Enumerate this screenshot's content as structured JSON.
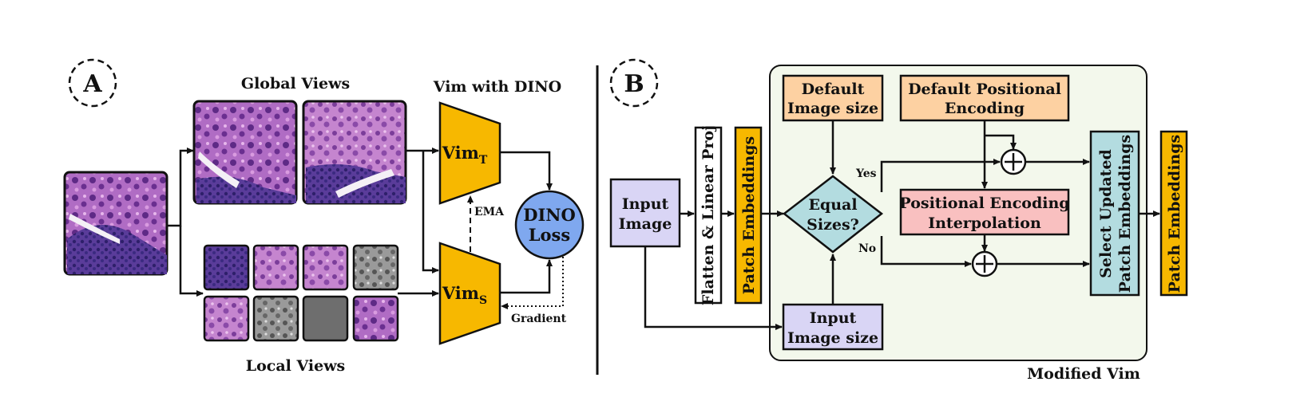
{
  "panel_a": {
    "badge": "A",
    "global_views_label": "Global Views",
    "local_views_label": "Local Views",
    "vim_title": "Vim with DINO",
    "teacher_main": "Vim",
    "teacher_sub": "T",
    "student_main": "Vim",
    "student_sub": "S",
    "ema_label": "EMA",
    "gradient_label": "Gradient",
    "loss_line1": "DINO",
    "loss_line2": "Loss",
    "local_tiles": [
      {
        "tone": "purple-dark"
      },
      {
        "tone": "pink"
      },
      {
        "tone": "pink"
      },
      {
        "tone": "gray"
      },
      {
        "tone": "pink"
      },
      {
        "tone": "gray"
      },
      {
        "tone": "gray-dark"
      },
      {
        "tone": "purple"
      }
    ],
    "colors": {
      "vim": "#f7b800",
      "loss": "#7fa8ef",
      "tissue": "#9b4fb0"
    }
  },
  "panel_b": {
    "badge": "B",
    "input_image_line1": "Input",
    "input_image_line2": "Image",
    "flatten_label": "Flatten & Linear Proj",
    "patch_embeddings_label": "Patch Embeddings",
    "default_size_line1": "Default",
    "default_size_line2": "Image size",
    "default_pe_line1": "Default Positional",
    "default_pe_line2": "Encoding",
    "decision_line1": "Equal",
    "decision_line2": "Sizes?",
    "yes_label": "Yes",
    "no_label": "No",
    "pe_interp_line1": "Positional Encoding",
    "pe_interp_line2": "Interpolation",
    "input_size_line1": "Input",
    "input_size_line2": "Image size",
    "select_line1": "Select Updated",
    "select_line2": "Patch Embeddings",
    "output_label": "Patch Embeddings",
    "container_label": "Modified Vim",
    "colors": {
      "lavender": "#d9d5f5",
      "orange": "#fdd1a2",
      "pink": "#f9c0c0",
      "teal": "#b3dce0",
      "yellow": "#f7b800",
      "container": "#f3f8ec"
    }
  }
}
